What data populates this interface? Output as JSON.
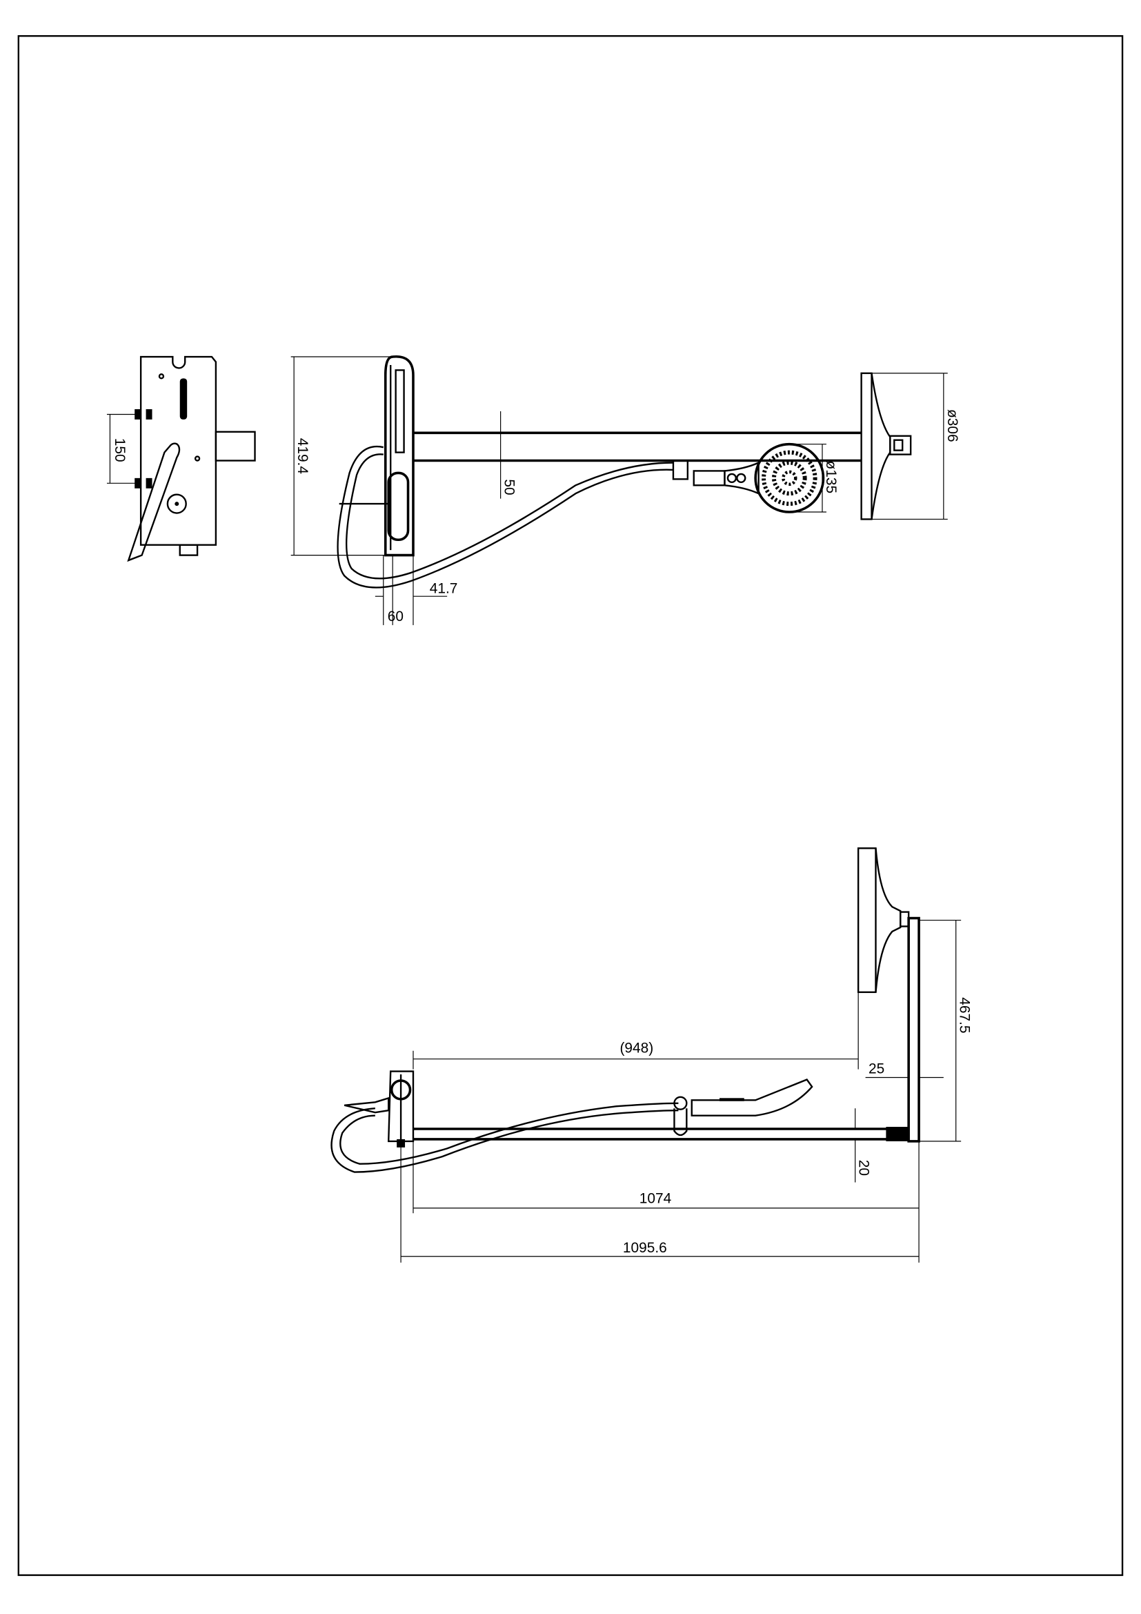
{
  "drawing": {
    "top_view": {
      "dimensions": {
        "bracket_spacing": "150",
        "height": "419.4",
        "arm_depth": "50",
        "handshower_diameter": "ø135",
        "overhead_diameter": "ø306",
        "offset_a": "41.7",
        "offset_b": "60"
      }
    },
    "side_view": {
      "dimensions": {
        "arm_reach": "(948)",
        "wall_gap": "25",
        "drop": "467.5",
        "rail_height": "20",
        "length": "1074",
        "overall_length": "1095.6"
      }
    }
  }
}
